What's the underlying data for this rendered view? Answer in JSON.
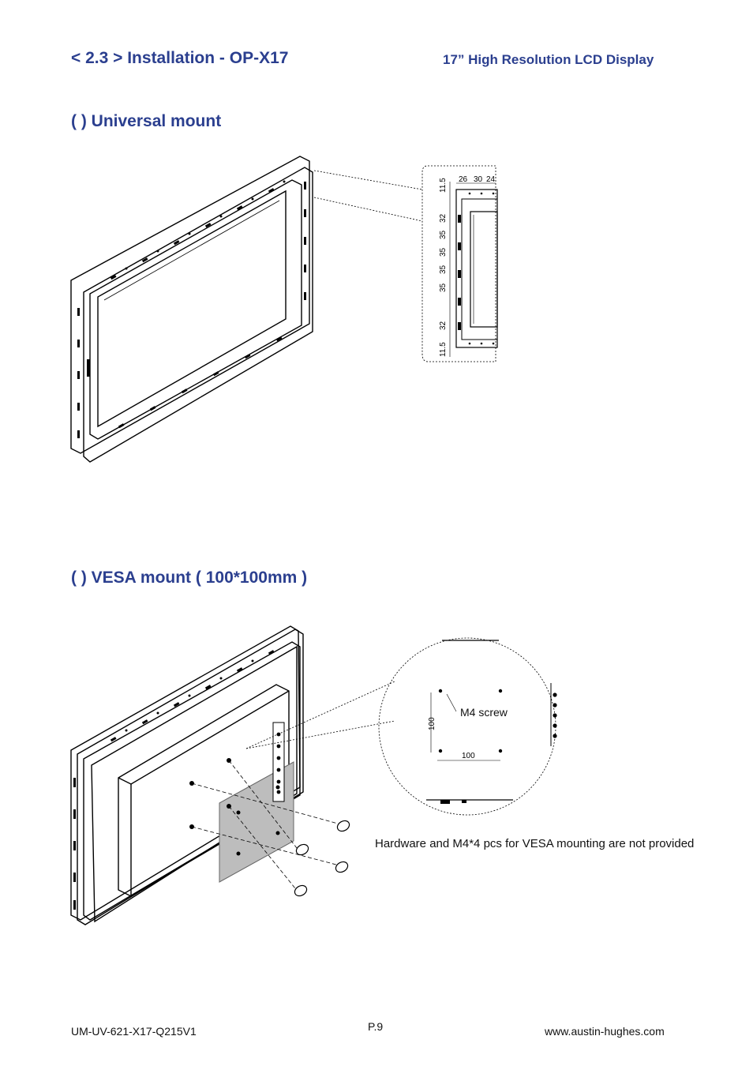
{
  "header": {
    "section_title": "< 2.3 > Installation  -  OP-X17",
    "product": "17” High Resolution LCD Display"
  },
  "sections": {
    "universal": {
      "title": "(    )  Universal mount",
      "detail_top_dims": [
        "26",
        "30",
        "24"
      ],
      "detail_side_dims": [
        "11.5",
        "32",
        "35",
        "35",
        "35",
        "35",
        "32",
        "11.5"
      ]
    },
    "vesa": {
      "title": "(     )  VESA mount ( 100*100mm )",
      "screw_label": "M4 screw",
      "dim_horizontal": "100",
      "dim_vertical": "100",
      "note": "Hardware and M4*4 pcs for VESA mounting are not provided"
    }
  },
  "footer": {
    "doc_id": "UM-UV-621-X17-Q215V1",
    "page": "P.9",
    "website": "www.austin-hughes.com"
  }
}
